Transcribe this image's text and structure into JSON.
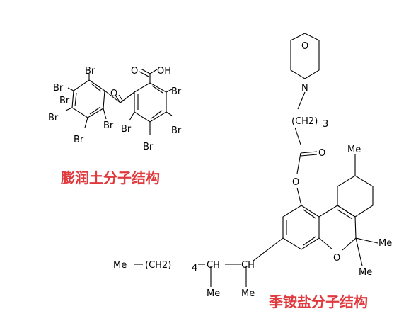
{
  "molecule1": {
    "caption": "膨润土分子结构",
    "atoms": {
      "oh": "OH",
      "o": "O",
      "br": "Br"
    }
  },
  "molecule2": {
    "caption": "季铵盐分子结构",
    "atoms": {
      "o": "O",
      "n": "N",
      "me": "Me",
      "ch2": "(CH2)",
      "ch2_n": "3",
      "ch2b": "(CH2)",
      "ch2b_n": "4",
      "ch": "CH"
    }
  }
}
